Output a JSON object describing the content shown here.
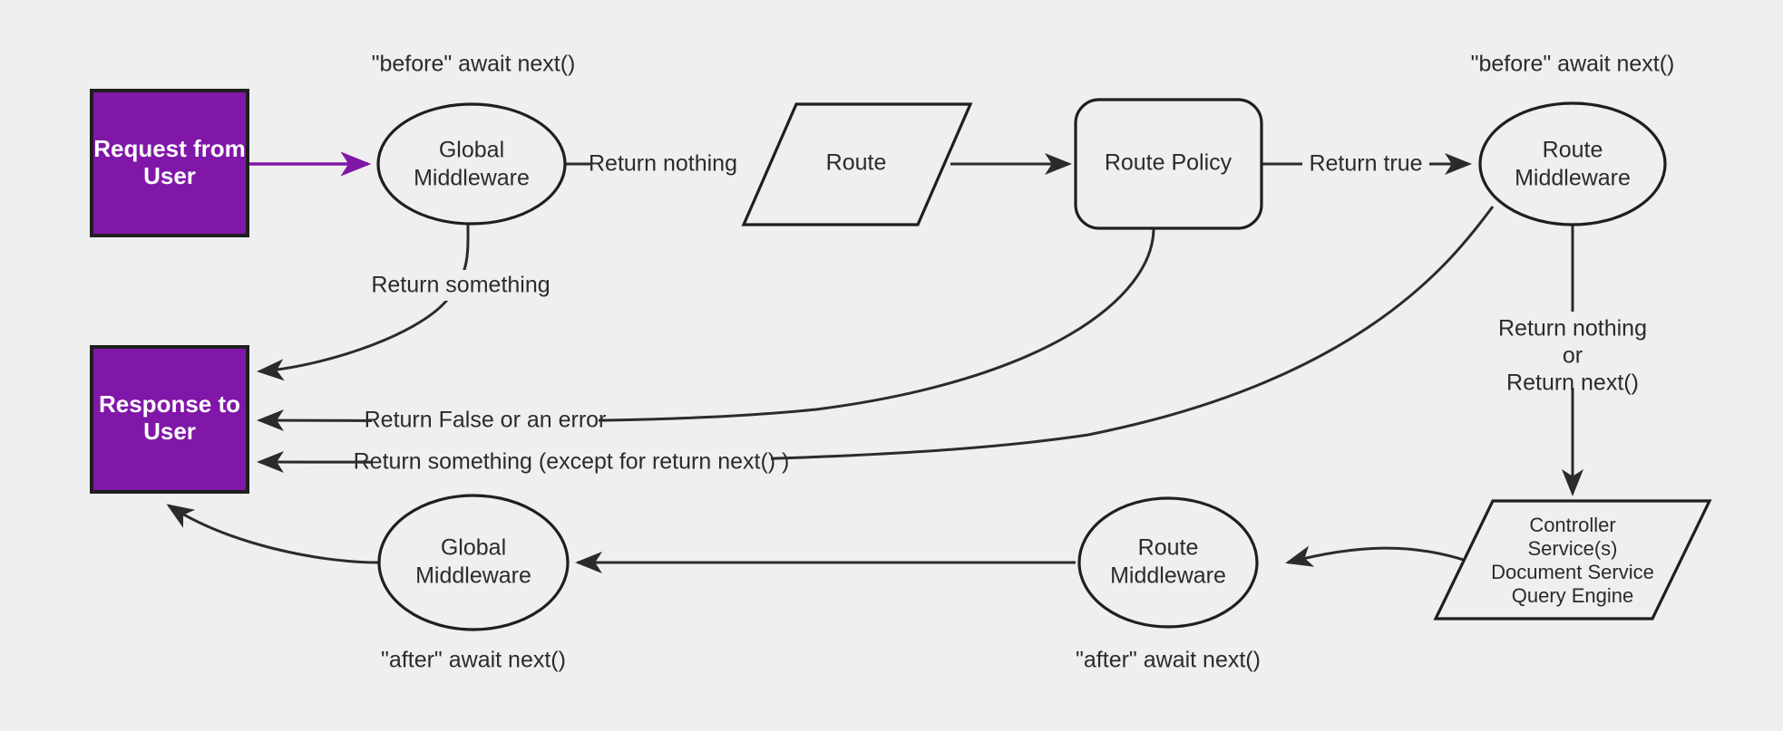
{
  "diagram": {
    "title": "Request lifecycle middleware flow",
    "background_color": "#efefef",
    "accent_color": "#8017a8",
    "line_color": "#2b2b2b",
    "nodes": {
      "request_terminal": {
        "line1": "Request from",
        "line2": "User",
        "shape": "rectangle",
        "fill": "#8017a8"
      },
      "response_terminal": {
        "line1": "Response to",
        "line2": "User",
        "shape": "rectangle",
        "fill": "#8017a8"
      },
      "global_middleware_before": {
        "line1": "Global",
        "line2": "Middleware",
        "shape": "ellipse"
      },
      "route": {
        "line1": "Route",
        "shape": "parallelogram"
      },
      "route_policy": {
        "line1": "Route Policy",
        "shape": "rounded-rectangle"
      },
      "route_middleware_before": {
        "line1": "Route",
        "line2": "Middleware",
        "shape": "ellipse"
      },
      "controller": {
        "line1": "Controller",
        "line2": "Service(s)",
        "line3": "Document Service",
        "line4": "Query Engine",
        "shape": "parallelogram"
      },
      "route_middleware_after": {
        "line1": "Route",
        "line2": "Middleware",
        "shape": "ellipse"
      },
      "global_middleware_after": {
        "line1": "Global",
        "line2": "Middleware",
        "shape": "ellipse"
      }
    },
    "annotations": {
      "before_await_next_left": "\"before\" await next()",
      "before_await_next_right": "\"before\" await next()",
      "after_await_next_left": "\"after\" await next()",
      "after_await_next_middle": "\"after\" await next()"
    },
    "edge_labels": {
      "return_nothing": "Return nothing",
      "return_true": "Return true",
      "return_something": "Return something",
      "return_false_or_error": "Return False or an error",
      "return_something_except_next": "Return something (except for return next() )",
      "return_nothing_or_next_line1": "Return nothing",
      "return_nothing_or_next_line2": "or",
      "return_nothing_or_next_line3": "Return next()"
    }
  }
}
